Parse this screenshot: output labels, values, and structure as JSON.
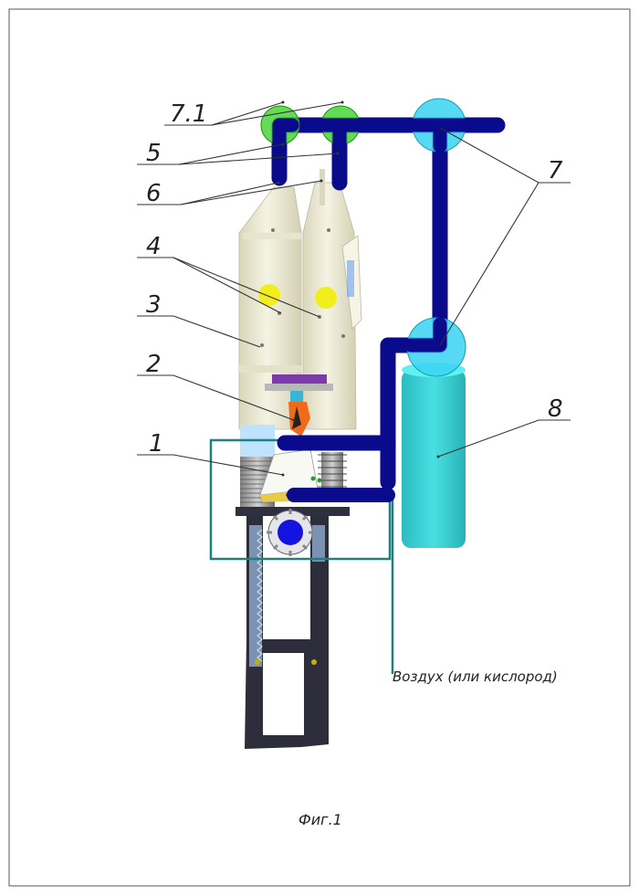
{
  "labels": {
    "l7_1": "7.1",
    "l5": "5",
    "l6": "6",
    "l4": "4",
    "l3": "3",
    "l2": "2",
    "l1": "1",
    "l7": "7",
    "l8": "8"
  },
  "air_label": "Воздух (или кислород)",
  "figure_caption": "Фиг.1",
  "colors": {
    "pipe": "#0a0a8c",
    "valve_main": "#38d4f2",
    "valve_small": "#3dd22a",
    "cylinder": "#3ad6d8",
    "body": "#f1efdc",
    "yellow_dot": "#f2ee1e",
    "frame": "#1f6f78",
    "rack": "#2a2a3a"
  }
}
